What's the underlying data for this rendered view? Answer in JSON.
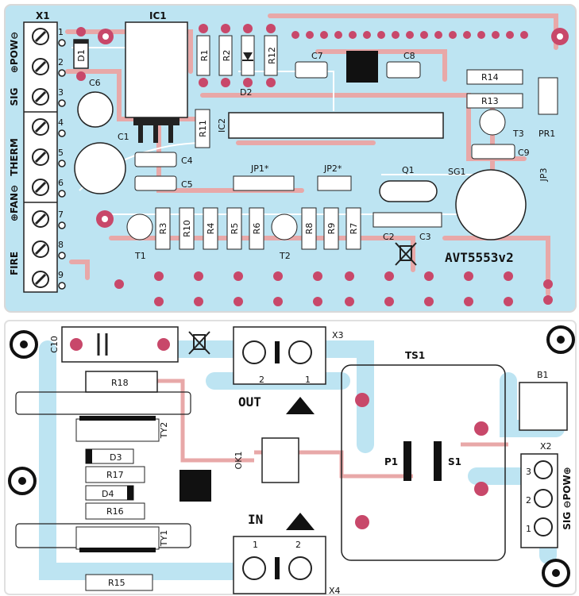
{
  "upper_board": {
    "connector": "X1",
    "terminal_labels": [
      "⊕POW⊖",
      "SIG",
      "THERM",
      "⊕FAN⊖",
      "FIRE"
    ],
    "pin_numbers": [
      "1",
      "2",
      "3",
      "4",
      "5",
      "6",
      "7",
      "8",
      "9"
    ],
    "parts": [
      "IC1",
      "D1",
      "R1",
      "R2",
      "D2",
      "R12",
      "C7",
      "C8",
      "C6",
      "C1",
      "C4",
      "C5",
      "IC2",
      "R11",
      "R14",
      "R13",
      "T3",
      "PR1",
      "C9",
      "JP1*",
      "JP2*",
      "Q1",
      "SG1",
      "JP3",
      "R3",
      "R10",
      "R4",
      "R5",
      "R6",
      "T1",
      "T2",
      "R8",
      "R9",
      "R7",
      "C2",
      "C3"
    ],
    "board_name": "AVT5553v2",
    "colors": {
      "board": "#bde4f2",
      "trace": "#e8a8a8",
      "pad": "#c8486a"
    }
  },
  "lower_board": {
    "parts": [
      "C10",
      "R18",
      "TY2",
      "D3",
      "R17",
      "D4",
      "R16",
      "TY1",
      "R15",
      "OK1",
      "X3",
      "X4",
      "TS1",
      "P1",
      "S1",
      "B1",
      "X2"
    ],
    "labels": {
      "out": "OUT",
      "in": "IN"
    },
    "x3_pins": [
      "2",
      "1"
    ],
    "x4_pins": [
      "1",
      "2"
    ],
    "x2_pins": [
      "3",
      "2",
      "1"
    ],
    "x2_label": "SIG ⊖POW⊕"
  }
}
